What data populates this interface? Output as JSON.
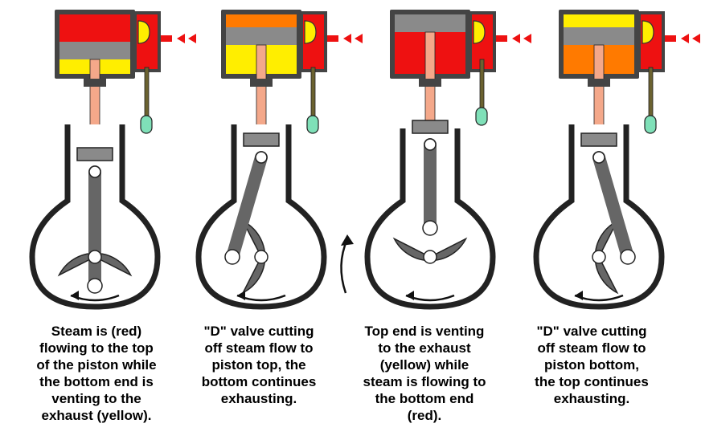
{
  "colors": {
    "steam": "#ee1111",
    "exhaust": "#ffee00",
    "exhaust_orange": "#ff7a00",
    "piston": "#8a8a8a",
    "rod": "#f4a88a",
    "casing": "#444444",
    "valve_rod": "#6b6230",
    "handle": "#7fe0b8",
    "crank": "#666666"
  },
  "stages": [
    {
      "piston_pos": "bottom",
      "top_chamber": "steam",
      "bottom_chamber": "exhaust",
      "crank_phase": "bottom",
      "rotation": "clockwise",
      "caption": "Steam is (red)\nflowing to the top\nof the piston while\nthe bottom end is\nventing to the\nexhaust (yellow)."
    },
    {
      "piston_pos": "middle",
      "top_chamber": "exhaust_orange",
      "bottom_chamber": "exhaust",
      "crank_phase": "left",
      "rotation": "clockwise",
      "caption": "\"D\" valve cutting\noff steam flow to\npiston top, the\nbottom continues\nexhausting."
    },
    {
      "piston_pos": "top",
      "top_chamber": "exhaust",
      "bottom_chamber": "steam",
      "crank_phase": "top",
      "rotation": "clockwise",
      "caption": "Top end is venting\nto the exhaust\n(yellow) while\nsteam is flowing to\nthe bottom end\n(red)."
    },
    {
      "piston_pos": "middle",
      "top_chamber": "exhaust",
      "bottom_chamber": "exhaust_orange",
      "crank_phase": "right",
      "rotation": "clockwise",
      "caption": "\"D\" valve cutting\noff steam flow to\npiston bottom,\nthe top continues\nexhausting."
    }
  ]
}
